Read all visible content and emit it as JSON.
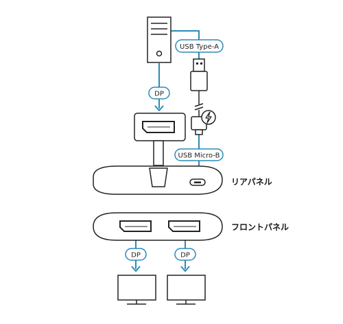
{
  "labels": {
    "usb_type_a": "USB Type-A",
    "usb_micro_b": "USB Micro-B",
    "rear_panel": "リアパネル",
    "front_panel": "フロントパネル",
    "dp_pc": "DP",
    "dp_out_left": "DP",
    "dp_out_right": "DP"
  },
  "colors": {
    "line": "#2b8ab8",
    "stroke": "#222222",
    "pill_border": "#2b8ab8"
  },
  "icons": [
    "pc-tower-icon",
    "usb-a-plug-icon",
    "power-bolt-icon",
    "displayport-icon",
    "micro-usb-port-icon",
    "monitor-icon"
  ]
}
